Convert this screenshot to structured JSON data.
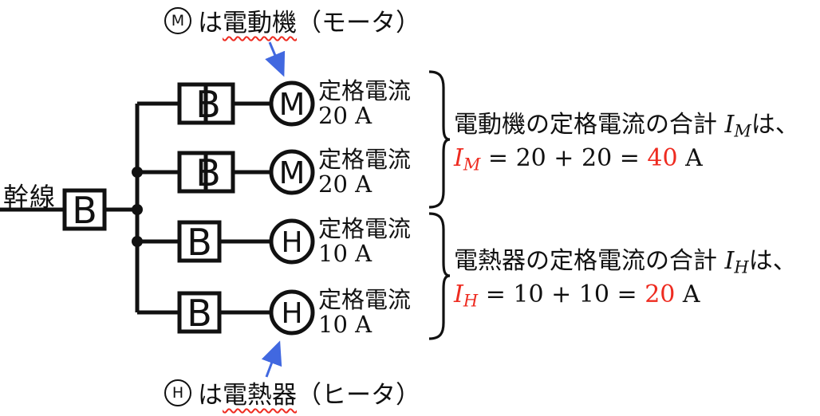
{
  "colors": {
    "red": "#ee2b20",
    "blue": "#4168e0"
  },
  "feeder_label": "幹線",
  "diagram": {
    "main_breaker": "B",
    "branches": [
      {
        "breaker": "B",
        "device": "M",
        "rating_label": "定格電流",
        "rating_value": "20 A"
      },
      {
        "breaker": "B",
        "device": "M",
        "rating_label": "定格電流",
        "rating_value": "20 A"
      },
      {
        "breaker": "B",
        "device": "H",
        "rating_label": "定格電流",
        "rating_value": "10 A"
      },
      {
        "breaker": "B",
        "device": "H",
        "rating_label": "定格電流",
        "rating_value": "10 A"
      }
    ]
  },
  "annotations": {
    "motor": {
      "symbol": "M",
      "prefix": "は",
      "underlined": "電動機",
      "suffix": "（モータ）"
    },
    "heater": {
      "symbol": "H",
      "prefix": "は",
      "underlined": "電熱器",
      "suffix": "（ヒータ）"
    }
  },
  "summaries": {
    "motor": {
      "line1_text": "電動機の定格電流の合計",
      "var": "I",
      "sub": "M",
      "line1_suffix": "は、",
      "eq_mid": "= 20 + 20 =",
      "eq_result": "40",
      "eq_unit": "A"
    },
    "heater": {
      "line1_text": "電熱器の定格電流の合計",
      "var": "I",
      "sub": "H",
      "line1_suffix": "は、",
      "eq_mid": "= 10 + 10 =",
      "eq_result": "20",
      "eq_unit": "A"
    }
  }
}
